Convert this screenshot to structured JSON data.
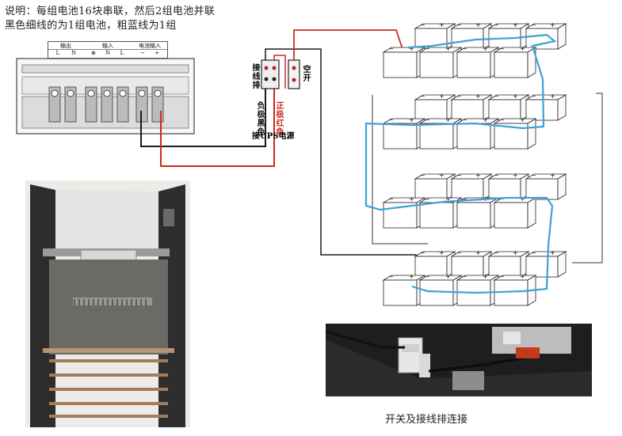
{
  "note": {
    "line1": "说明：每组电池16块串联，然后2组电池并联",
    "line2": "黑色细线的为1组电池，粗蓝线为1组"
  },
  "ups_panel": {
    "group_labels": [
      "输出",
      "输入",
      "电池输入"
    ],
    "terminal_labels": [
      "L",
      "N",
      "⊕",
      "N",
      "L",
      "−",
      "+"
    ]
  },
  "terminal_block": {
    "label": "接线排",
    "negative_label": "负极黑色",
    "positive_label": "正极红色",
    "ups_label": "接UPS电源"
  },
  "breaker": {
    "label": "空开"
  },
  "battery": {
    "minus": "−",
    "plus": "+"
  },
  "photo_caption": "开关及接线排连接",
  "colors": {
    "red": "#cc2a22",
    "blue": "#3ba3d4",
    "black": "#1a1a1a"
  }
}
